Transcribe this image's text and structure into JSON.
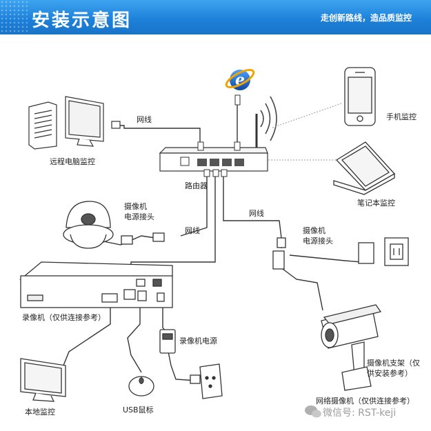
{
  "header": {
    "title": "安装示意图",
    "slogan": "走创新路线，造品质监控"
  },
  "devices": {
    "remote_pc": "远程电脑监控",
    "router": "路由器",
    "phone": "手机监控",
    "laptop": "笔记本监控",
    "dome_camera_power": "摄像机\n电源接头",
    "dome_camera_power_line1": "摄像机",
    "dome_camera_power_line2": "电源接头",
    "nvr": "录像机（仅供连接参考）",
    "nvr_power": "录像机电源",
    "bullet_camera_power_line1": "摄像机",
    "bullet_camera_power_line2": "电源接头",
    "bracket_line1": "摄像机支架（仅",
    "bracket_line2": "供安装参考）",
    "local_monitor": "本地监控",
    "usb_mouse": "USB鼠标",
    "ip_camera": "网络摄像机（仅供连接参考）"
  },
  "cables": {
    "cable_pc": "网线",
    "cable_dome": "网线",
    "cable_bullet": "网线"
  },
  "watermark": {
    "text": "微信号: RST-keji"
  },
  "colors": {
    "banner": "#1c7fd8",
    "line": "#333333",
    "ie_blue": "#1565c0",
    "ie_orange": "#f2a300"
  },
  "icons": [
    "ie-icon",
    "wifi-signal-icon",
    "wechat-icon"
  ]
}
